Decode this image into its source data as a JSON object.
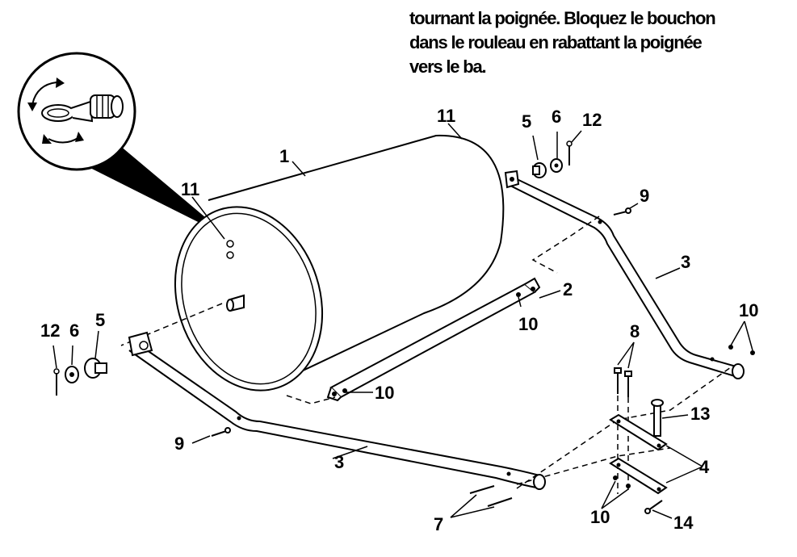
{
  "instructions": {
    "lines": [
      "tournant la poignée. Bloquez le bouchon",
      "dans le rouleau en rabattant la poignée",
      "vers le ba."
    ]
  },
  "callouts": {
    "drum": "1",
    "scraper_bar": "2",
    "handle_left": "3",
    "handle_right": "3",
    "bracket": "4",
    "bearing_left": "5",
    "bearing_right": "5",
    "washer_left": "6",
    "washer_right": "6",
    "pins": "7",
    "bolts": "8",
    "screw_left": "9",
    "screw_right": "9",
    "nut_bar_upper": "10",
    "nut_bar_lower": "10",
    "nut_handle_right": "10",
    "nut_bracket": "10",
    "plug_front": "11",
    "plug_top": "11",
    "cotter_left": "12",
    "cotter_right": "12",
    "tow_pin": "13",
    "clip": "14"
  }
}
